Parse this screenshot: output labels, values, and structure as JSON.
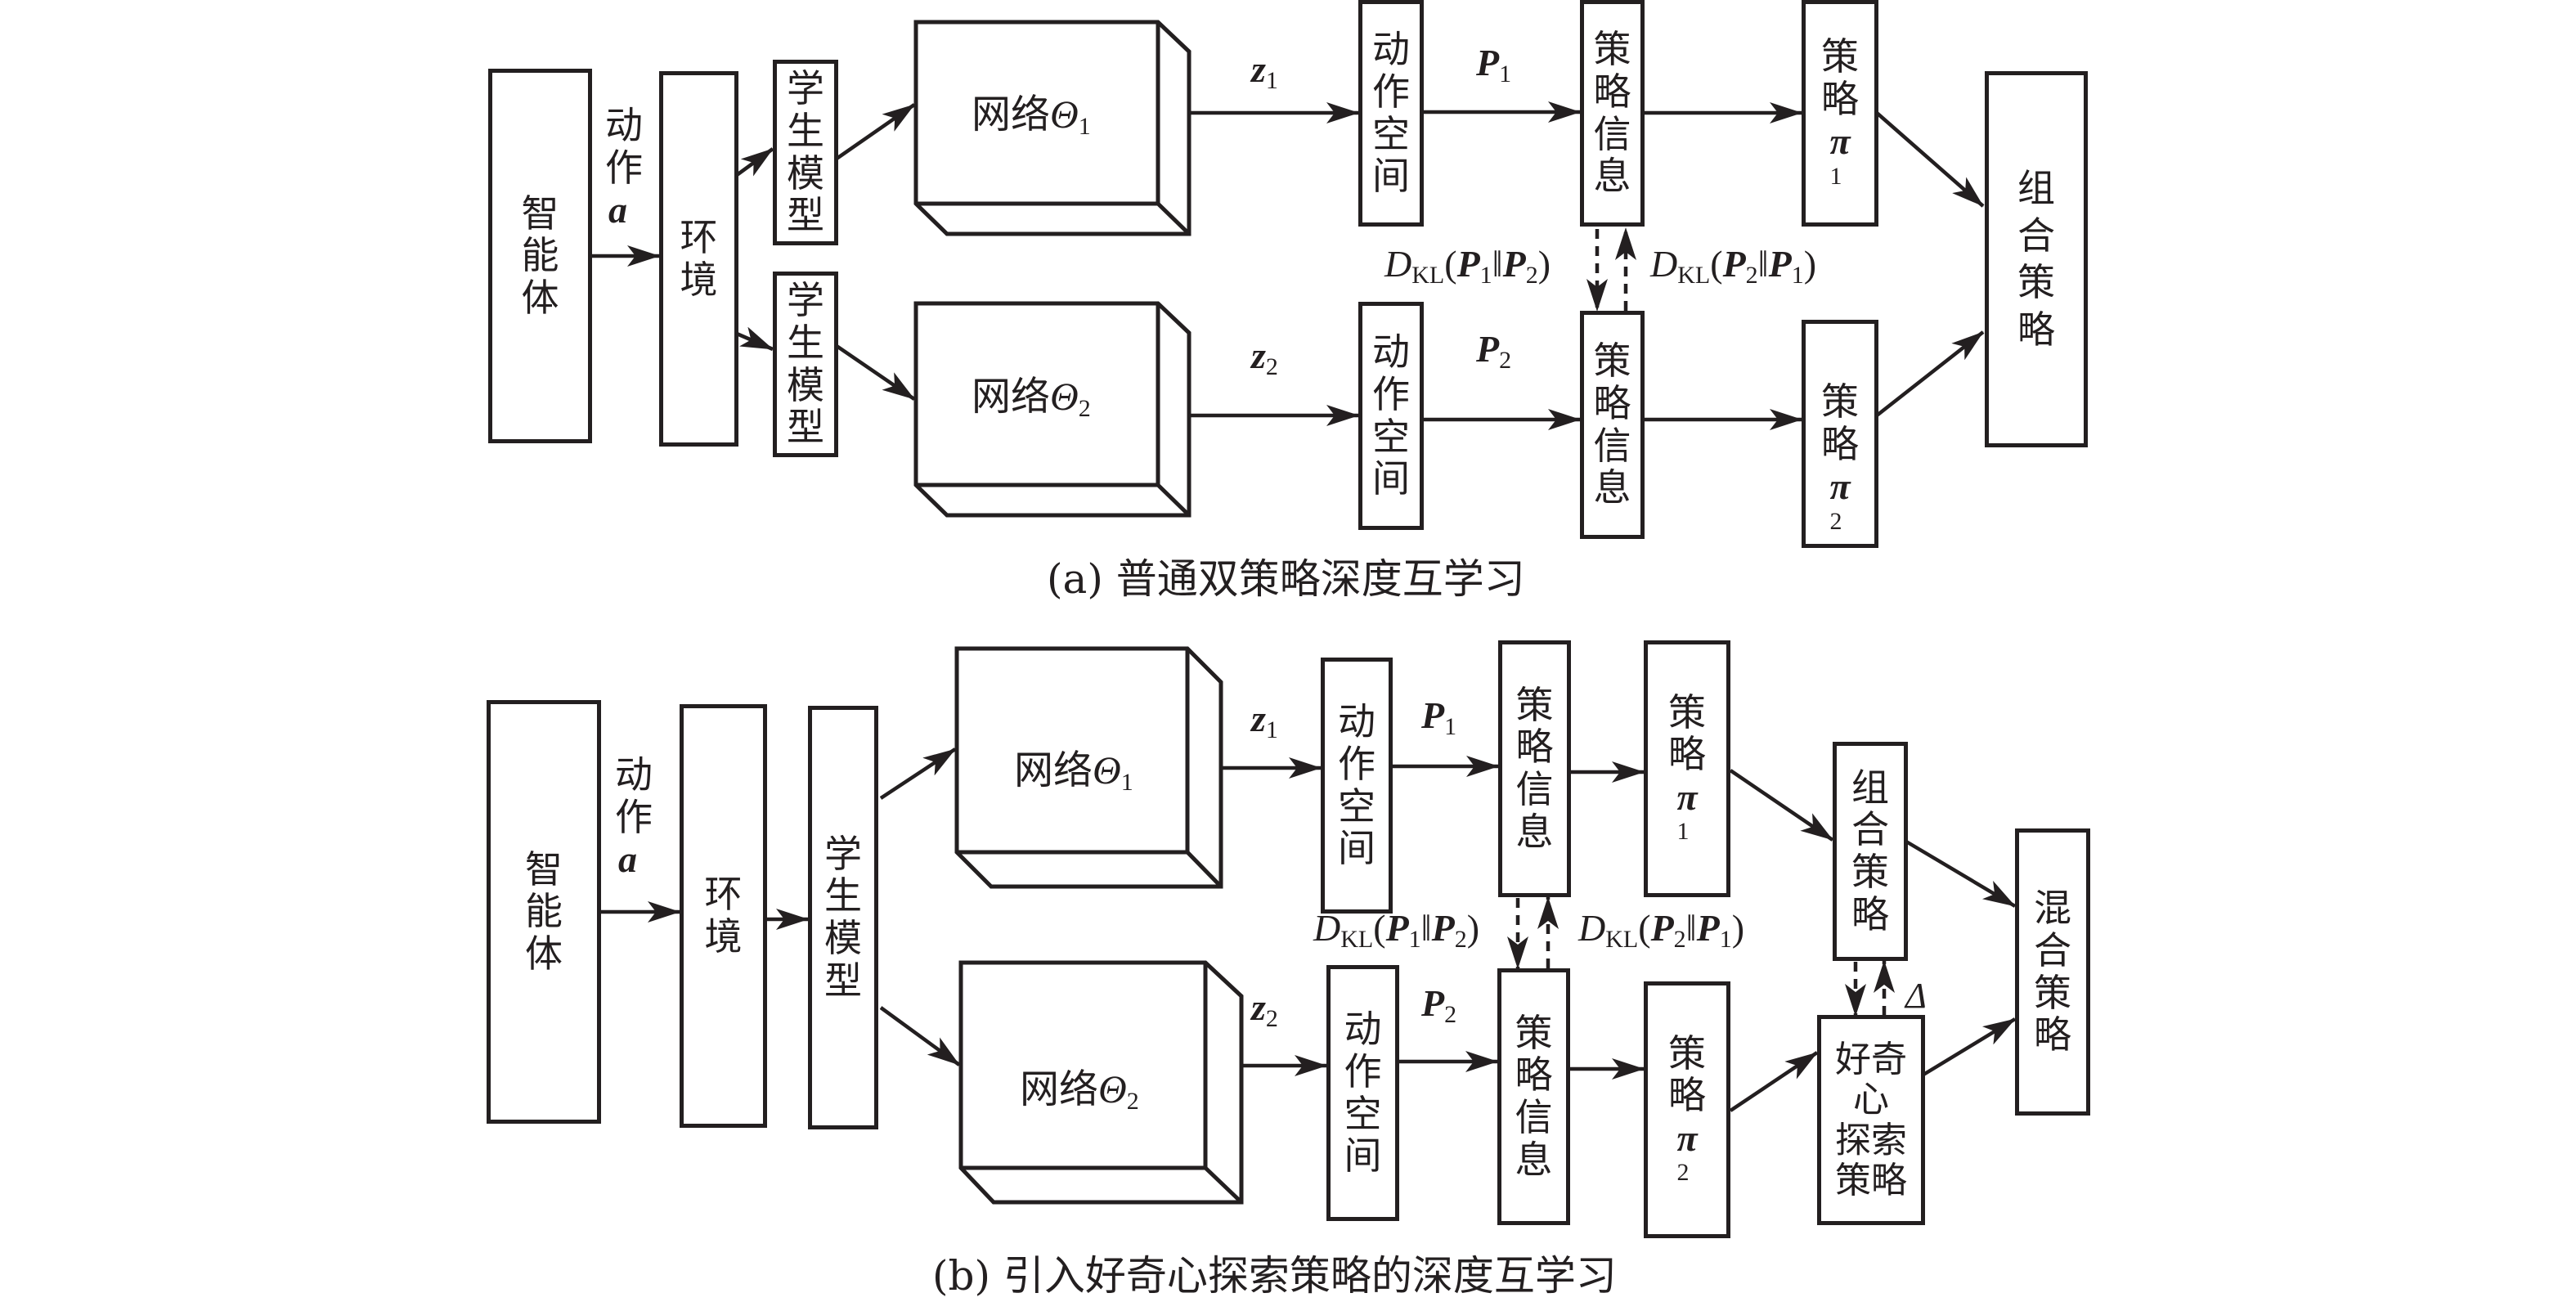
{
  "panel_a": {
    "caption": "(a) 普通双策略深度互学习",
    "agent": [
      "智",
      "能",
      "体"
    ],
    "action_label": [
      "动",
      "作"
    ],
    "action_symbol": "a",
    "environment": [
      "环",
      "境"
    ],
    "student_model_1": [
      "学",
      "生",
      "模",
      "型"
    ],
    "student_model_2": [
      "学",
      "生",
      "模",
      "型"
    ],
    "network_1": {
      "label": "网络",
      "symbol": "Θ",
      "index": "1"
    },
    "network_2": {
      "label": "网络",
      "symbol": "Θ",
      "index": "2"
    },
    "z1": {
      "symbol": "z",
      "index": "1"
    },
    "z2": {
      "symbol": "z",
      "index": "2"
    },
    "action_space_1": [
      "动",
      "作",
      "空",
      "间"
    ],
    "action_space_2": [
      "动",
      "作",
      "空",
      "间"
    ],
    "p1": {
      "symbol": "P",
      "index": "1"
    },
    "p2": {
      "symbol": "P",
      "index": "2"
    },
    "policy_info_1": [
      "策",
      "略",
      "信",
      "息"
    ],
    "policy_info_2": [
      "策",
      "略",
      "信",
      "息"
    ],
    "policy_1": {
      "chars": [
        "策",
        "略"
      ],
      "symbol": "π",
      "index": "1"
    },
    "policy_2": {
      "chars": [
        "策",
        "略"
      ],
      "symbol": "π",
      "index": "2"
    },
    "kl_12": {
      "D": "D",
      "sub": "KL",
      "open": "(",
      "a": "P",
      "ai": "1",
      "sep": "‖",
      "b": "P",
      "bi": "2",
      "close": ")"
    },
    "kl_21": {
      "D": "D",
      "sub": "KL",
      "open": "(",
      "a": "P",
      "ai": "2",
      "sep": "‖",
      "b": "P",
      "bi": "1",
      "close": ")"
    },
    "combined_policy": [
      "组",
      "合",
      "策",
      "略"
    ]
  },
  "panel_b": {
    "caption": "(b) 引入好奇心探索策略的深度互学习",
    "agent": [
      "智",
      "能",
      "体"
    ],
    "action_label": [
      "动",
      "作"
    ],
    "action_symbol": "a",
    "environment": [
      "环",
      "境"
    ],
    "student_model": [
      "学",
      "生",
      "模",
      "型"
    ],
    "network_1": {
      "label": "网络",
      "symbol": "Θ",
      "index": "1"
    },
    "network_2": {
      "label": "网络",
      "symbol": "Θ",
      "index": "2"
    },
    "z1": {
      "symbol": "z",
      "index": "1"
    },
    "z2": {
      "symbol": "z",
      "index": "2"
    },
    "action_space_1": [
      "动",
      "作",
      "空",
      "间"
    ],
    "action_space_2": [
      "动",
      "作",
      "空",
      "间"
    ],
    "p1": {
      "symbol": "P",
      "index": "1"
    },
    "p2": {
      "symbol": "P",
      "index": "2"
    },
    "policy_info_1": [
      "策",
      "略",
      "信",
      "息"
    ],
    "policy_info_2": [
      "策",
      "略",
      "信",
      "息"
    ],
    "policy_1": {
      "chars": [
        "策",
        "略"
      ],
      "symbol": "π",
      "index": "1"
    },
    "policy_2": {
      "chars": [
        "策",
        "略"
      ],
      "symbol": "π",
      "index": "2"
    },
    "kl_12": {
      "D": "D",
      "sub": "KL",
      "open": "(",
      "a": "P",
      "ai": "1",
      "sep": "‖",
      "b": "P",
      "bi": "2",
      "close": ")"
    },
    "kl_21": {
      "D": "D",
      "sub": "KL",
      "open": "(",
      "a": "P",
      "ai": "2",
      "sep": "‖",
      "b": "P",
      "bi": "1",
      "close": ")"
    },
    "combined_policy": [
      "组",
      "合",
      "策",
      "略"
    ],
    "curiosity_policy": {
      "row1": [
        "好",
        "奇"
      ],
      "row2": [
        "心"
      ],
      "row3": [
        "探",
        "索"
      ],
      "row4": [
        "策",
        "略"
      ]
    },
    "delta": "Δ",
    "mixed_policy": [
      "混",
      "合",
      "策",
      "略"
    ]
  },
  "colors": {
    "ink": "#231f20",
    "background": "#ffffff"
  }
}
